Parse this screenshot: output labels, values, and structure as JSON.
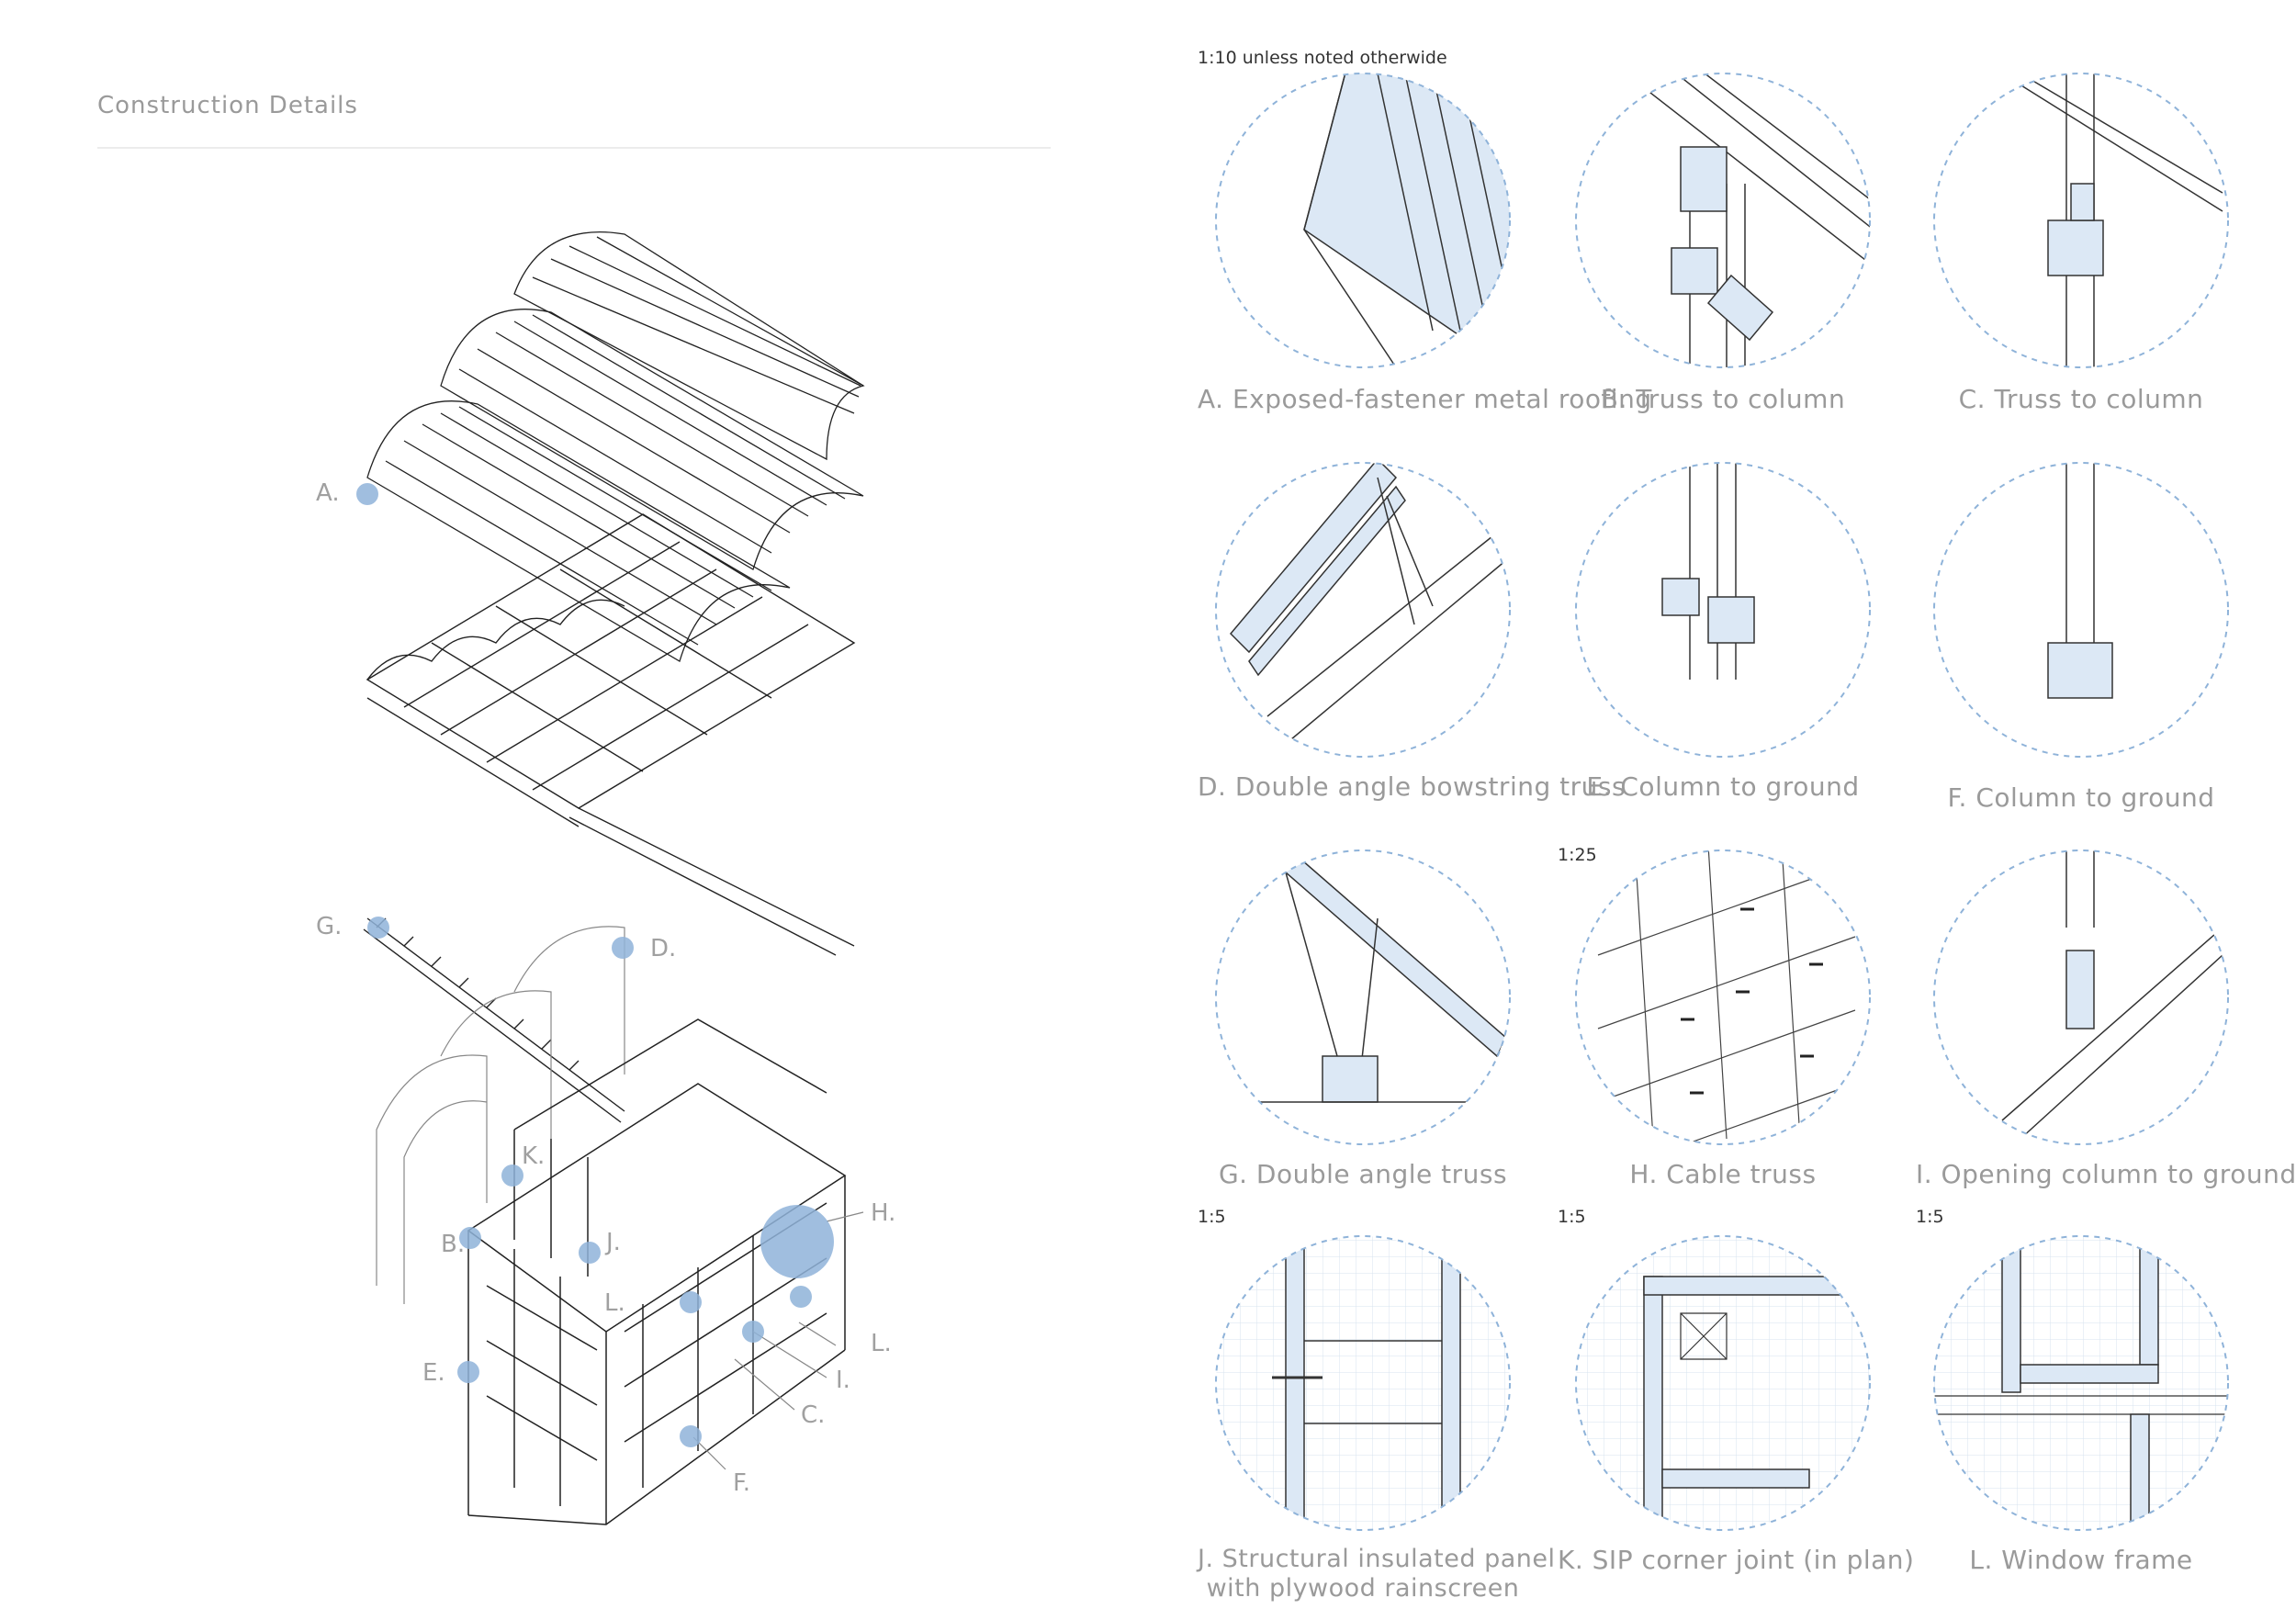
{
  "header": {
    "title": "Construction Details"
  },
  "scales": {
    "default": "1:10 unless noted otherwide",
    "h": "1:25",
    "j": "1:5",
    "k": "1:5",
    "l": "1:5"
  },
  "details": [
    {
      "id": "A",
      "label": "A. Exposed-fastener metal roofing"
    },
    {
      "id": "B",
      "label": "B. Truss to column"
    },
    {
      "id": "C",
      "label": "C. Truss to column"
    },
    {
      "id": "D",
      "label": "D. Double angle bowstring truss"
    },
    {
      "id": "E",
      "label": "E. Column to ground"
    },
    {
      "id": "F",
      "label": "F. Column to ground"
    },
    {
      "id": "G",
      "label": "G. Double angle truss"
    },
    {
      "id": "H",
      "label": "H. Cable truss"
    },
    {
      "id": "I",
      "label": "I. Opening column to ground"
    },
    {
      "id": "J",
      "label_line1": "J. Structural insulated panel",
      "label_line2": "with plywood rainscreen"
    },
    {
      "id": "K",
      "label": "K. SIP corner joint (in plan)"
    },
    {
      "id": "L",
      "label": "L. Window frame"
    }
  ],
  "axon_tags": {
    "a": "A.",
    "b": "B.",
    "c": "C.",
    "d": "D.",
    "e": "E.",
    "f": "F.",
    "g": "G.",
    "h": "H.",
    "i": "I.",
    "j": "J.",
    "k": "K.",
    "l": "L.",
    "l2": "L."
  },
  "colors": {
    "marker": "#8fb3d9",
    "fill": "#dce8f5",
    "circle": "#8fb3d9",
    "line": "#2b2b2b"
  }
}
